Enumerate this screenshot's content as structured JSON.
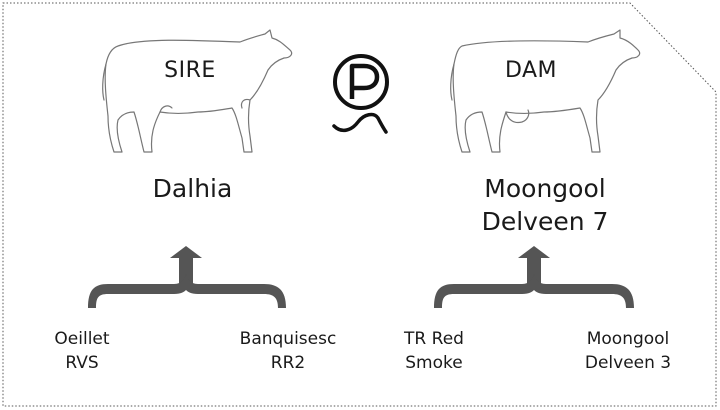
{
  "sire": {
    "label": "SIRE",
    "name": "Dalhia",
    "parents": [
      "Oeillet\nRVS",
      "Banquisesc\nRR2"
    ]
  },
  "dam": {
    "label": "DAM",
    "name": "Moongool\nDelveen 7",
    "parents": [
      "TR Red\nSmoke",
      "Moongool\nDelveen 3"
    ]
  },
  "logo": {
    "icon": "polled-p-icon"
  },
  "colors": {
    "brace": "#555555",
    "outline": "#777777",
    "text": "#1a1a1a"
  }
}
